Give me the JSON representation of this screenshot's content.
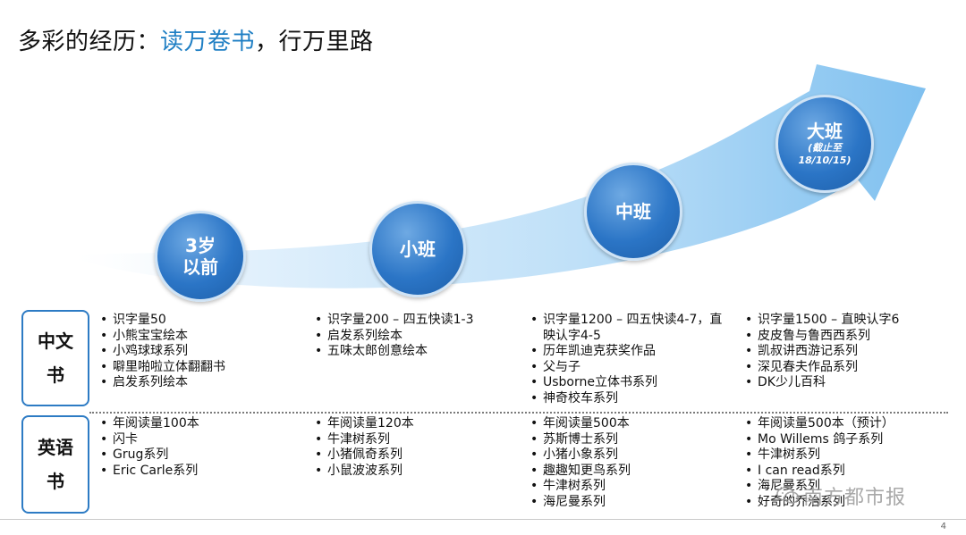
{
  "title": {
    "prefix": "多彩的经历：",
    "highlight": "读万卷书",
    "suffix": "，行万里路"
  },
  "colors": {
    "accent": "#1f7fc4",
    "node_blue": "#2b75c6",
    "arrow_light": "#cfe7fa",
    "arrow_dark": "#8cc5f0"
  },
  "stages": [
    {
      "line1": "3岁",
      "line2": "以前"
    },
    {
      "line1": "小班"
    },
    {
      "line1": "中班"
    },
    {
      "line1": "大班",
      "note1": "(截止至",
      "note2": "18/10/15)"
    }
  ],
  "categories": {
    "chinese": {
      "line1": "中文",
      "line2": "书"
    },
    "english": {
      "line1": "英语",
      "line2": "书"
    }
  },
  "chinese_books": [
    [
      "识字量50",
      "小熊宝宝绘本",
      "小鸡球球系列",
      "噼里啪啦立体翻翻书",
      "启发系列绘本"
    ],
    [
      "识字量200 – 四五快读1-3",
      "启发系列绘本",
      "五味太郎创意绘本"
    ],
    [
      "识字量1200 – 四五快读4-7，直映认字4-5",
      "历年凯迪克获奖作品",
      "父与子",
      "Usborne立体书系列",
      "神奇校车系列"
    ],
    [
      "识字量1500 – 直映认字6",
      "皮皮鲁与鲁西西系列",
      "凯叔讲西游记系列",
      "深见春夫作品系列",
      "DK少儿百科"
    ]
  ],
  "english_books": [
    [
      "年阅读量100本",
      "闪卡",
      "Grug系列",
      "Eric Carle系列"
    ],
    [
      "年阅读量120本",
      "牛津树系列",
      "小猪佩奇系列",
      "小鼠波波系列"
    ],
    [
      "年阅读量500本",
      "苏斯博士系列",
      "小猪小象系列",
      "趣趣知更鸟系列",
      "牛津树系列",
      "海尼曼系列"
    ],
    [
      "年阅读量500本（预计）",
      "Mo Willems 鸽子系列",
      "牛津树系列",
      "I can read系列",
      "海尼曼系列",
      "好奇的乔治系列"
    ]
  ],
  "watermark": "南方都市报",
  "page_number": "4"
}
